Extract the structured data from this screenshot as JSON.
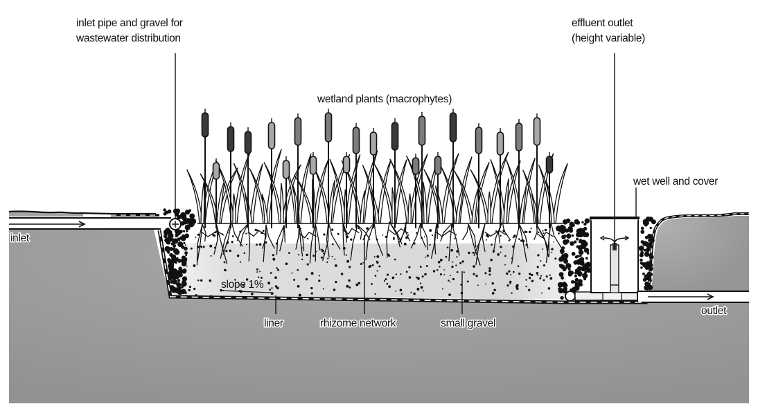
{
  "diagram": {
    "title": "Horizontal subsurface flow constructed wetland",
    "colors": {
      "background": "#ffffff",
      "soil": "#9a9a9a",
      "soil_light": "#b4b4b4",
      "gravel_bed": "#dcdcdc",
      "line": "#111111",
      "cattail_dark": "#3a3a3a",
      "cattail_mid": "#7d7d7d",
      "cattail_light": "#a8a8a8"
    },
    "labels": {
      "inlet_pipe": [
        "inlet pipe and gravel for",
        "wastewater distribution"
      ],
      "wetland_plants": "wetland plants (macrophytes)",
      "effluent_outlet": [
        "effluent outlet",
        "(height variable)"
      ],
      "wet_well": "wet well and cover",
      "inlet": "inlet",
      "outlet": "outlet",
      "slope": "slope 1%",
      "liner": "liner",
      "rhizome": "rhizome network",
      "small_gravel": "small gravel"
    },
    "components": [
      {
        "id": "inlet-pipe",
        "icon": "pipe-with-flow-arrow"
      },
      {
        "id": "distribution-pipe",
        "icon": "circle-plus-icon"
      },
      {
        "id": "coarse-gravel-inlet-zone",
        "icon": "large-dots"
      },
      {
        "id": "small-gravel-bed",
        "icon": "small-dots"
      },
      {
        "id": "wetland-plants",
        "icon": "cattail-icon"
      },
      {
        "id": "rhizome-network",
        "icon": "branching-roots"
      },
      {
        "id": "liner",
        "icon": "dashed-black-line"
      },
      {
        "id": "collection-pipe",
        "icon": "circle-icon"
      },
      {
        "id": "wet-well",
        "icon": "box-with-riser"
      },
      {
        "id": "outlet-pipe",
        "icon": "pipe-with-flow-arrow"
      }
    ]
  }
}
